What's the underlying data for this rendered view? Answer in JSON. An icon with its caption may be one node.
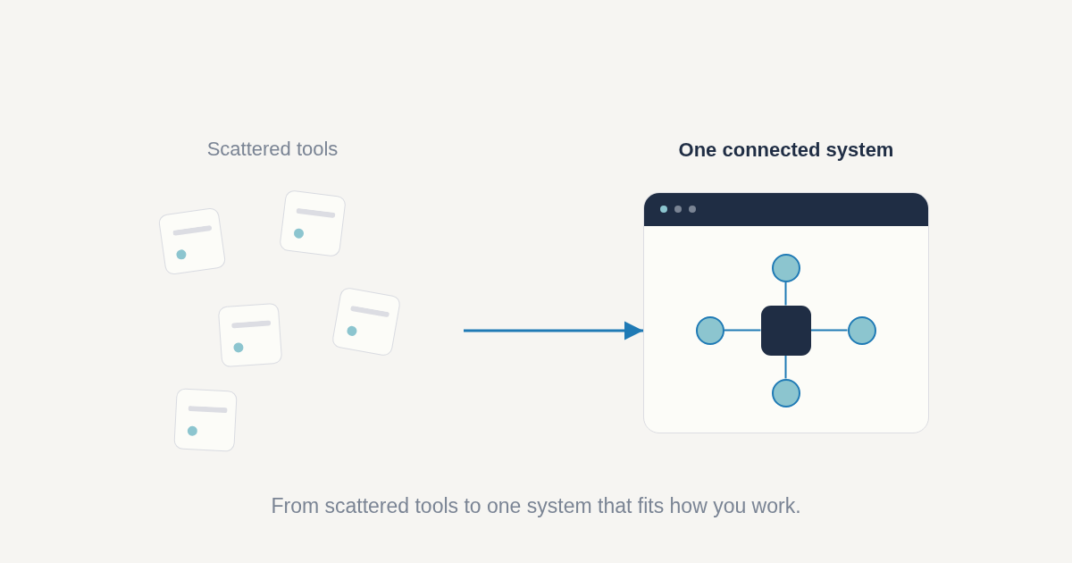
{
  "diagram": {
    "caption": "From scattered tools to one system that fits how you work.",
    "nodes": [
      {
        "text": [],
        "shape": "box"
      },
      {
        "text": [],
        "shape": "box"
      },
      {
        "text": [],
        "shape": "box"
      },
      {
        "text": [],
        "shape": "box"
      },
      {
        "text": [],
        "shape": "box"
      },
      {
        "text": [
          "One connected system"
        ]
      },
      {
        "text": [],
        "shape": "circle",
        "in": 5
      },
      {
        "text": [],
        "shape": "circle",
        "in": 5
      },
      {
        "text": [],
        "shape": "box",
        "in": 5
      },
      {
        "text": [],
        "shape": "circle",
        "in": 5
      },
      {
        "text": [],
        "shape": "circle",
        "in": 5
      }
    ],
    "edges": [
      {
        "from": null,
        "to": 5,
        "arrow": "to"
      },
      {
        "from": 6,
        "to": 8,
        "arrow": "none"
      },
      {
        "from": 7,
        "to": 8,
        "arrow": "none"
      },
      {
        "from": 8,
        "to": 9,
        "arrow": "none"
      },
      {
        "from": 8,
        "to": 10,
        "arrow": "none"
      }
    ],
    "labels": [
      "Scattered tools"
    ]
  }
}
